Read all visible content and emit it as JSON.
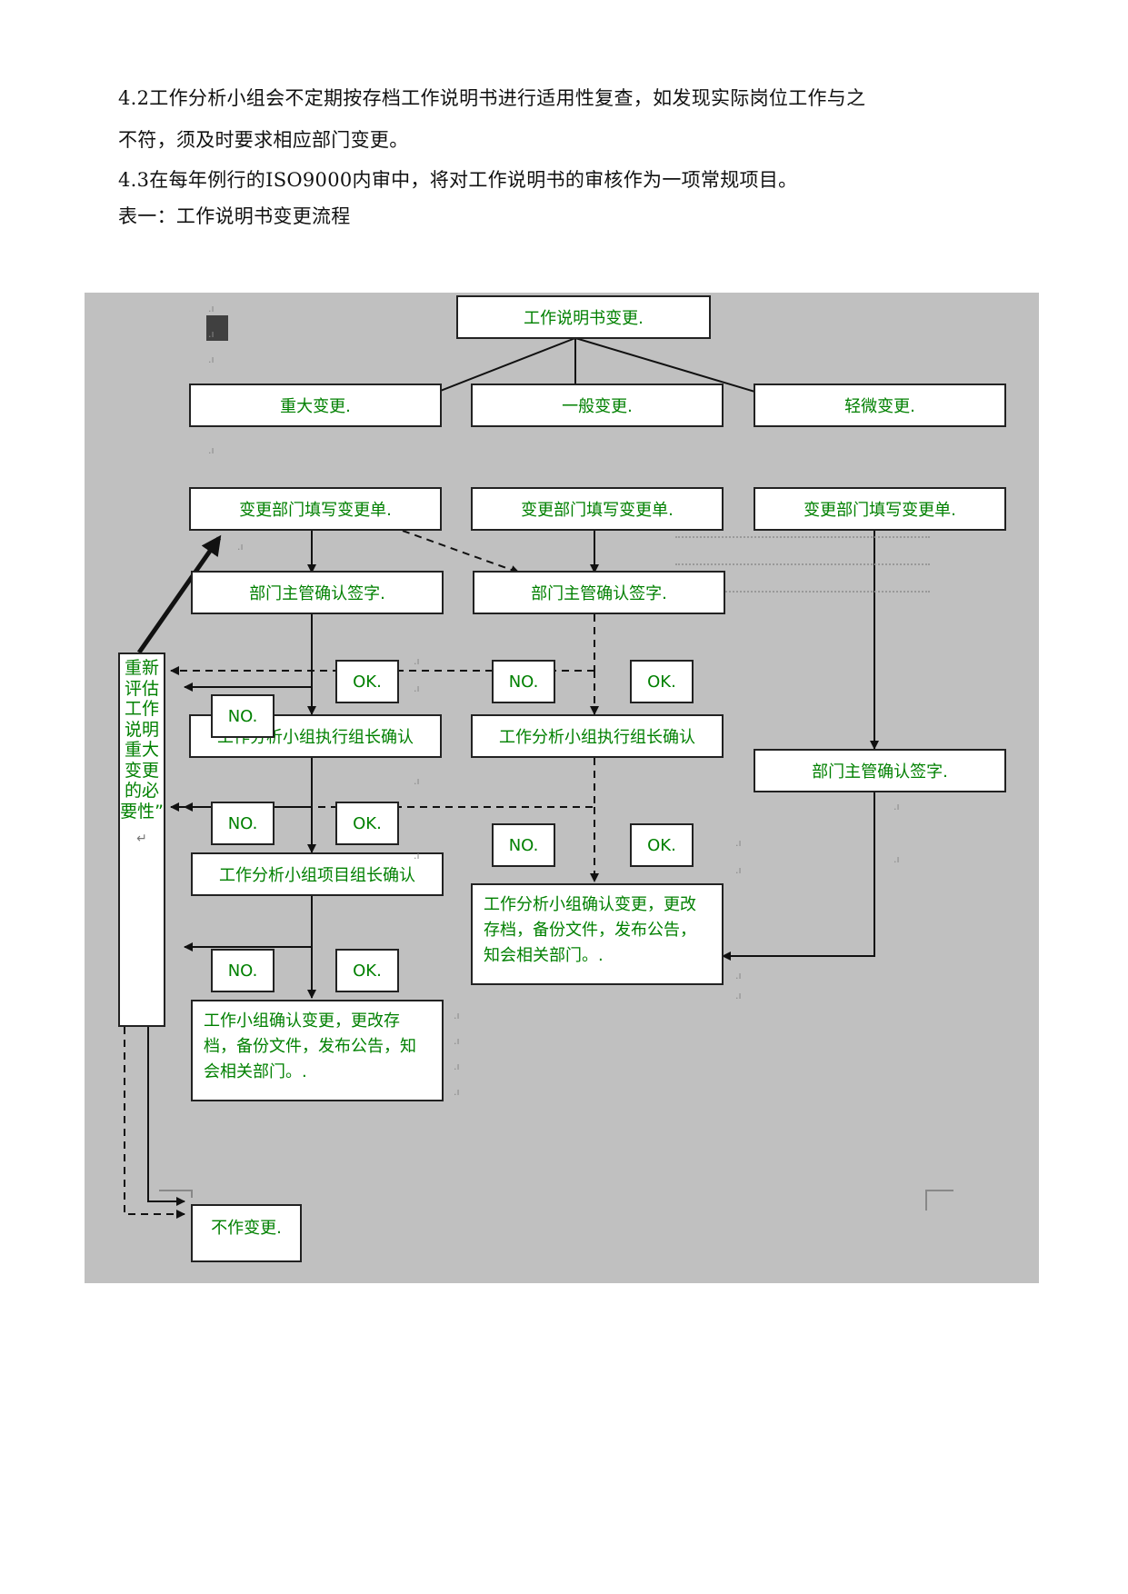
{
  "document": {
    "paragraphs": [
      "4.2工作分析小组会不定期按存档工作说明书进行适用性复查，如发现实际岗位工作与之",
      "不符，须及时要求相应部门变更。",
      "4.3在每年例行的ISO9000内审中，将对工作说明书的审核作为一项常规项目。",
      "表一：工作说明书变更流程"
    ]
  },
  "flowchart": {
    "root": "工作说明书变更.",
    "categories": [
      "重大变更.",
      "一般变更.",
      "轻微变更."
    ],
    "fill_form": [
      "变更部门填写变更单.",
      "变更部门填写变更单.",
      "变更部门填写变更单."
    ],
    "supervisor_sign": [
      "部门主管确认签字.",
      "部门主管确认签字.",
      "部门主管确认签字."
    ],
    "exec_leader_confirm": [
      "工作分析小组执行组长确认",
      "工作分析小组执行组长确认"
    ],
    "project_leader_confirm": "工作分析小组项目组长确认",
    "final_major": "工作小组确认变更，更改存档，备份文件，发布公告，知会相关部门。.",
    "final_general": "工作分析小组确认变更，更改存档，备份文件，发布公告，知会相关部门。.",
    "reassess": "重新评估工作说明重大变更的必要性”",
    "reassess_tail": "↵",
    "no_change": "不作变更.",
    "ok_label": "OK.",
    "no_label": "NO.",
    "paragraph_mark": ".ı"
  },
  "colors": {
    "canvas_bg": "#c0c0c0",
    "box_text": "#008000",
    "line": "#111111"
  }
}
